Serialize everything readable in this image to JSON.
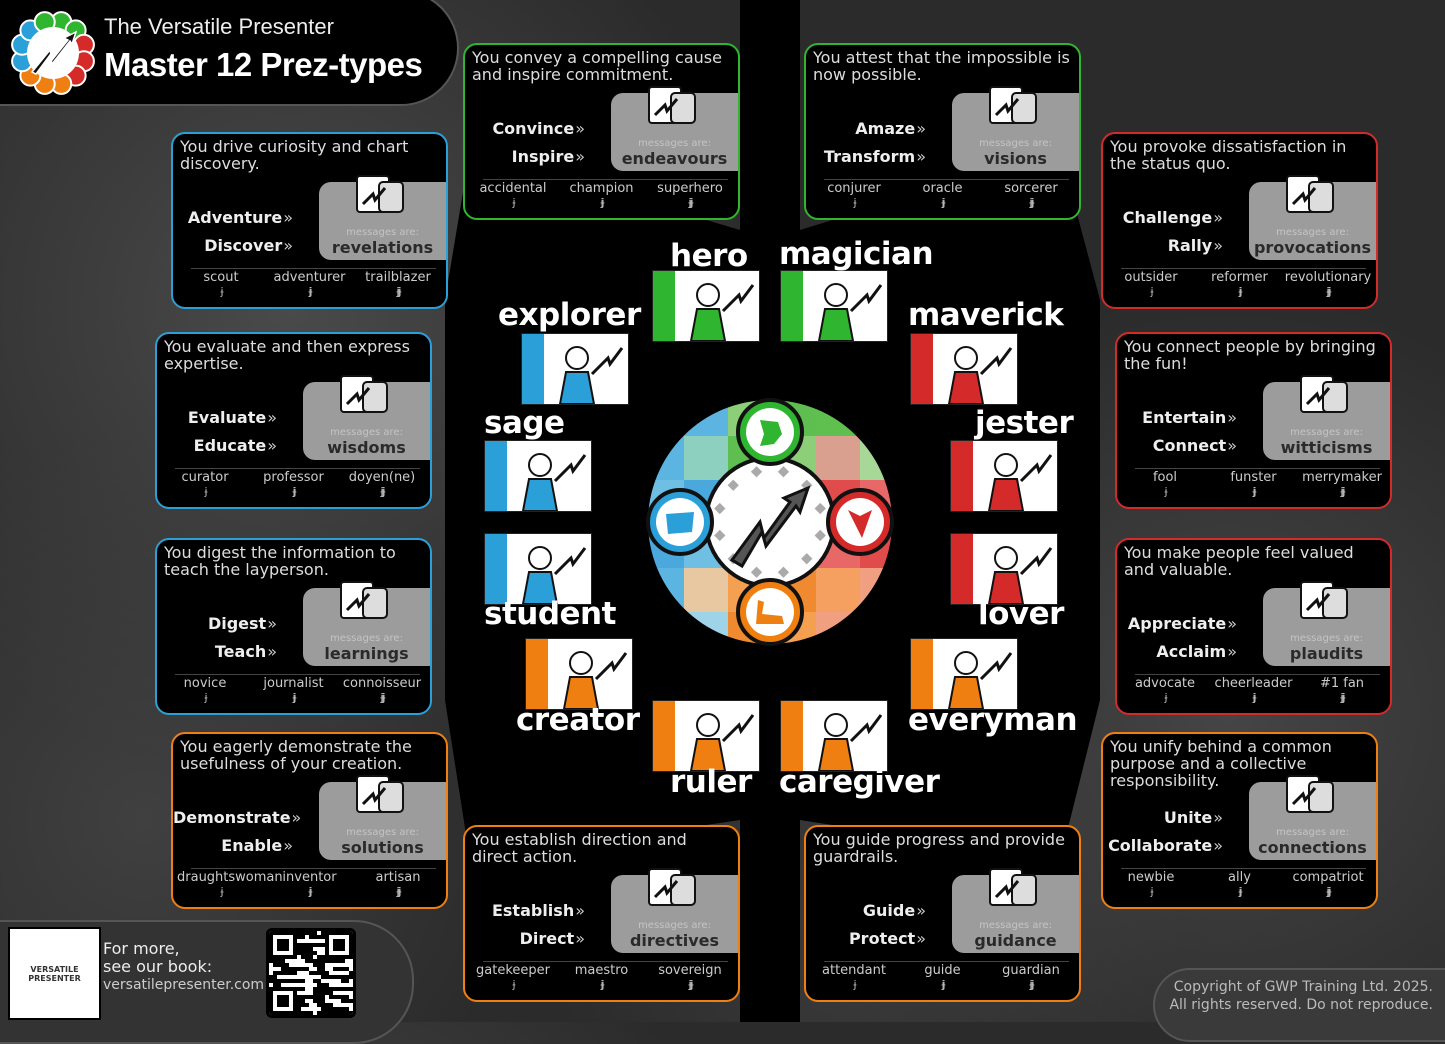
{
  "header": {
    "subtitle": "The Versatile Presenter",
    "title": "Master 12 Prez-types"
  },
  "colors": {
    "green": "#2fb52f",
    "blue": "#2a9fd8",
    "red": "#d42a2a",
    "orange": "#f07f12"
  },
  "messages_label": "messages are:",
  "chevron": "»",
  "pepper_icon": "chili-pepper-icon",
  "cards": [
    {
      "type": "explorer",
      "color": "blue",
      "description": "You drive curiosity and chart discovery.",
      "verbs": [
        "Adventure",
        "Discover"
      ],
      "message": "revelations",
      "levels": [
        "scout",
        "adventurer",
        "trailblazer"
      ]
    },
    {
      "type": "sage",
      "color": "blue",
      "description": "You evaluate and then express expertise.",
      "verbs": [
        "Evaluate",
        "Educate"
      ],
      "message": "wisdoms",
      "levels": [
        "curator",
        "professor",
        "doyen(ne)"
      ]
    },
    {
      "type": "student",
      "color": "blue",
      "description": "You digest the information to teach the layperson.",
      "verbs": [
        "Digest",
        "Teach"
      ],
      "message": "learnings",
      "levels": [
        "novice",
        "journalist",
        "connoisseur"
      ]
    },
    {
      "type": "creator",
      "color": "orange",
      "description": "You eagerly demonstrate the usefulness of your creation.",
      "verbs": [
        "Demonstrate",
        "Enable"
      ],
      "message": "solutions",
      "levels": [
        "draughtswoman",
        "inventor",
        "artisan"
      ]
    },
    {
      "type": "hero",
      "color": "green",
      "description": "You convey a compelling cause and inspire commitment.",
      "verbs": [
        "Convince",
        "Inspire"
      ],
      "message": "endeavours",
      "levels": [
        "accidental",
        "champion",
        "superhero"
      ]
    },
    {
      "type": "magician",
      "color": "green",
      "description": "You attest that the impossible is now possible.",
      "verbs": [
        "Amaze",
        "Transform"
      ],
      "message": "visions",
      "levels": [
        "conjurer",
        "oracle",
        "sorcerer"
      ]
    },
    {
      "type": "maverick",
      "color": "red",
      "description": "You provoke dissatisfaction in the status quo.",
      "verbs": [
        "Challenge",
        "Rally"
      ],
      "message": "provocations",
      "levels": [
        "outsider",
        "reformer",
        "revolutionary"
      ]
    },
    {
      "type": "jester",
      "color": "red",
      "description": "You connect people by bringing the fun!",
      "verbs": [
        "Entertain",
        "Connect"
      ],
      "message": "witticisms",
      "levels": [
        "fool",
        "funster",
        "merrymaker"
      ]
    },
    {
      "type": "lover",
      "color": "red",
      "description": "You make people feel valued and valuable.",
      "verbs": [
        "Appreciate",
        "Acclaim"
      ],
      "message": "plaudits",
      "levels": [
        "advocate",
        "cheerleader",
        "#1 fan"
      ]
    },
    {
      "type": "everyman",
      "color": "orange",
      "description": "You unify behind a common purpose and a collective responsibility.",
      "verbs": [
        "Unite",
        "Collaborate"
      ],
      "message": "connections",
      "levels": [
        "newbie",
        "ally",
        "compatriot"
      ]
    },
    {
      "type": "ruler",
      "color": "orange",
      "description": "You establish direction and direct action.",
      "verbs": [
        "Establish",
        "Direct"
      ],
      "message": "directives",
      "levels": [
        "gatekeeper",
        "maestro",
        "sovereign"
      ]
    },
    {
      "type": "caregiver",
      "color": "orange",
      "description": "You guide progress and provide guardrails.",
      "verbs": [
        "Guide",
        "Protect"
      ],
      "message": "guidance",
      "levels": [
        "attendant",
        "guide",
        "guardian"
      ]
    }
  ],
  "wheel_labels": [
    "hero",
    "magician",
    "explorer",
    "maverick",
    "sage",
    "jester",
    "student",
    "lover",
    "creator",
    "everyman",
    "ruler",
    "caregiver"
  ],
  "footer": {
    "line1": "For more,",
    "line2": "see our book:",
    "url": "versatilepresenter.com",
    "book_title": "VERSATILE PRESENTER"
  },
  "copyright": {
    "line1": "Copyright of GWP Training Ltd. 2025.",
    "line2": "All rights reserved. Do not reproduce."
  }
}
